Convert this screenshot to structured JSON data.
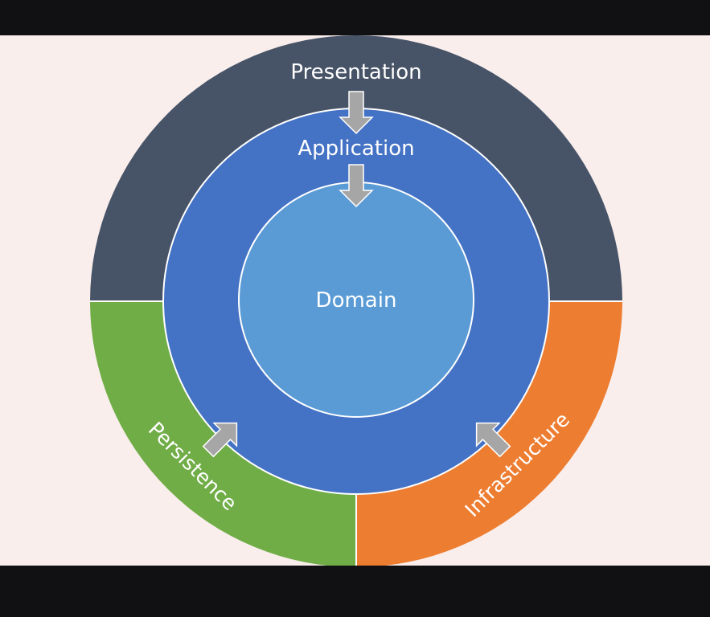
{
  "diagram": {
    "layers": {
      "presentation": {
        "label": "Presentation",
        "color": "#475366"
      },
      "application": {
        "label": "Application",
        "color": "#4472c4"
      },
      "domain": {
        "label": "Domain",
        "color": "#5b9bd5"
      },
      "persistence": {
        "label": "Persistence",
        "color": "#70ad47"
      },
      "infrastructure": {
        "label": "Infrastructure",
        "color": "#ed7d31"
      }
    },
    "colors": {
      "background": "#f9eeec",
      "letterbox": "#111012",
      "arrow": "#a6a6a6",
      "divider": "#ffffff"
    }
  }
}
